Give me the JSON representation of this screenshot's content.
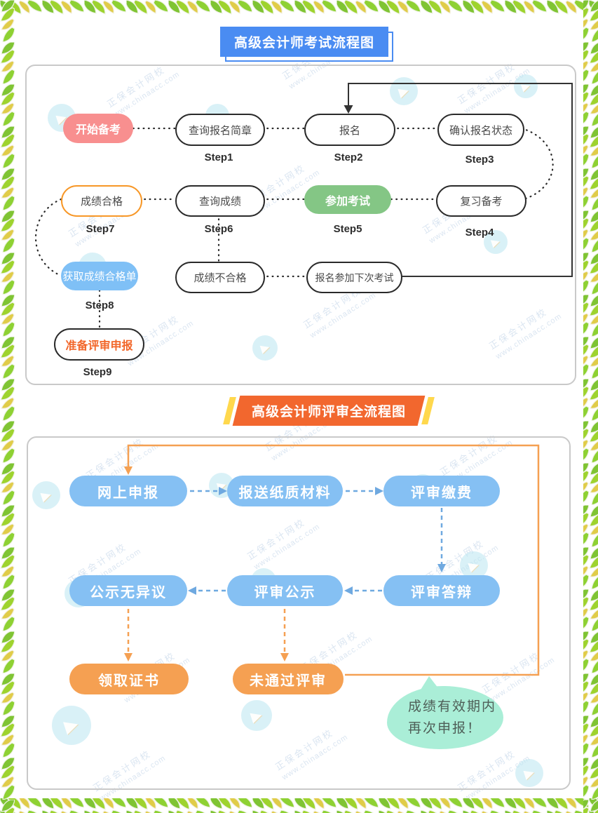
{
  "watermark": {
    "brand": "正保会计网校",
    "url": "www.chinaacc.com",
    "plane_icon": "paper-plane-icon"
  },
  "chart1": {
    "title": "高级会计师考试流程图",
    "nodes": {
      "start": {
        "label": "开始备考"
      },
      "n1": {
        "label": "查询报名简章",
        "step": "Step1"
      },
      "n2": {
        "label": "报名",
        "step": "Step2"
      },
      "n3": {
        "label": "确认报名状态",
        "step": "Step3"
      },
      "n4": {
        "label": "复习备考",
        "step": "Step4"
      },
      "n5": {
        "label": "参加考试",
        "step": "Step5"
      },
      "n6": {
        "label": "查询成绩",
        "step": "Step6"
      },
      "n7": {
        "label": "成绩合格",
        "step": "Step7"
      },
      "n8": {
        "label": "获取成绩合格单",
        "step": "Step8"
      },
      "n9": {
        "label": "准备评审申报",
        "step": "Step9"
      },
      "fail": {
        "label": "成绩不合格"
      },
      "retry": {
        "label": "报名参加下次考试"
      }
    }
  },
  "chart2": {
    "title": "高级会计师评审全流程图",
    "nodes": {
      "apply": {
        "label": "网上申报"
      },
      "materials": {
        "label": "报送纸质材料"
      },
      "pay": {
        "label": "评审缴费"
      },
      "defense": {
        "label": "评审答辩"
      },
      "publicity": {
        "label": "评审公示"
      },
      "noObjection": {
        "label": "公示无异议"
      },
      "certificate": {
        "label": "领取证书"
      },
      "failed": {
        "label": "未通过评审"
      }
    },
    "note": {
      "line1": "成绩有效期内",
      "line2": "再次申报！"
    }
  },
  "colors": {
    "title1_bg": "#4a8cf2",
    "title2_bg": "#f2672e",
    "title2_slash": "#ffd84d",
    "red_pill": "#f88f8f",
    "green_pill": "#84c685",
    "skyblue_pill": "#7fc0f6",
    "orange_outline": "#f79727",
    "orange_text": "#f2672a",
    "blue_pill": "#85c0f3",
    "orange_pill": "#f5a052",
    "orange_line": "#f5a052",
    "blue_arrow": "#6fa9e0",
    "mint_bubble": "#aaeed7",
    "outline_stroke": "#2a2a2a",
    "leaf_green": "#8ac72f",
    "leaf_yellow": "#e0cc49"
  }
}
